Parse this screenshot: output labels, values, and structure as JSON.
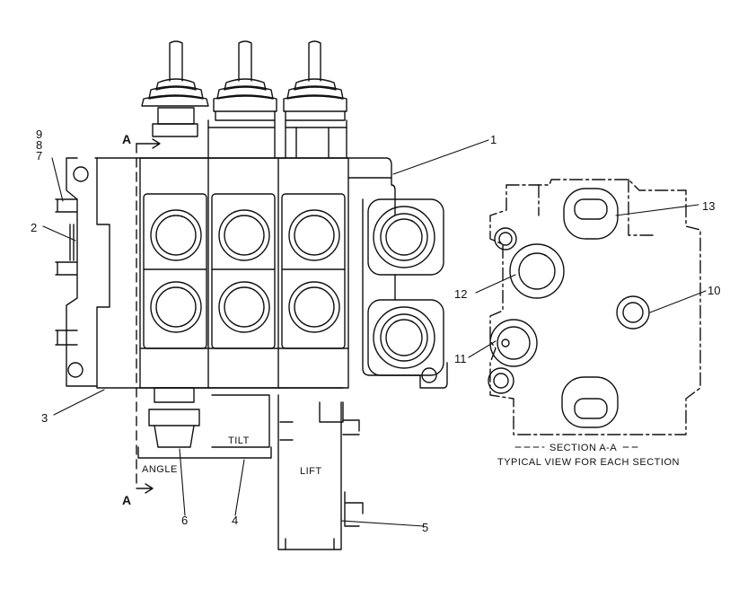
{
  "callouts": {
    "c1": "1",
    "c2": "2",
    "c3": "3",
    "c4": "4",
    "c5": "5",
    "c6": "6",
    "c7": "7",
    "c8": "8",
    "c9": "9",
    "c10": "10",
    "c11": "11",
    "c12": "12",
    "c13": "13"
  },
  "section_marks": {
    "top": "A",
    "bottom": "A"
  },
  "spool_labels": {
    "angle": "ANGLE",
    "tilt": "TILT",
    "lift": "LIFT"
  },
  "section_view": {
    "title": "SECTION  A-A",
    "caption": "TYPICAL VIEW FOR EACH SECTION"
  }
}
